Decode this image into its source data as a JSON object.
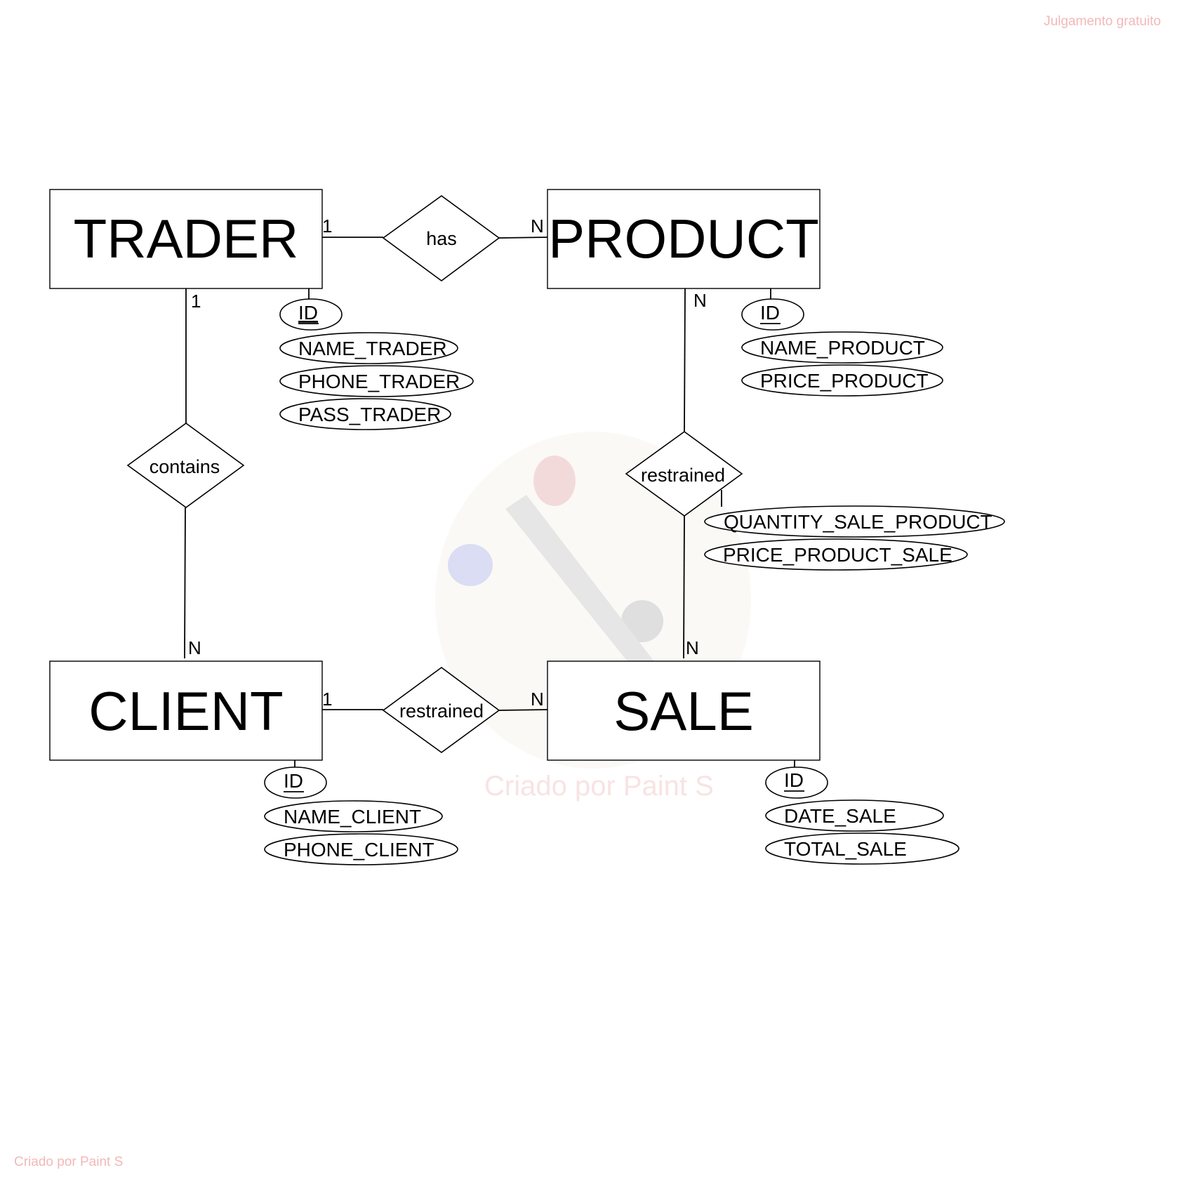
{
  "watermarks": {
    "top_right": "Julgamento gratuito",
    "center": "Criado por Paint S",
    "bottom_left": "Criado por Paint S"
  },
  "entities": {
    "trader": {
      "label": "TRADER",
      "attributes": [
        {
          "label": "ID",
          "key": true
        },
        {
          "label": "NAME_TRADER"
        },
        {
          "label": "PHONE_TRADER"
        },
        {
          "label": "PASS_TRADER"
        }
      ]
    },
    "product": {
      "label": "PRODUCT",
      "attributes": [
        {
          "label": "ID",
          "key": true
        },
        {
          "label": "NAME_PRODUCT"
        },
        {
          "label": "PRICE_PRODUCT"
        }
      ]
    },
    "client": {
      "label": "CLIENT",
      "attributes": [
        {
          "label": "ID",
          "key": true
        },
        {
          "label": "NAME_CLIENT"
        },
        {
          "label": "PHONE_CLIENT"
        }
      ]
    },
    "sale": {
      "label": "SALE",
      "attributes": [
        {
          "label": "ID",
          "key": true
        },
        {
          "label": "DATE_SALE"
        },
        {
          "label": "TOTAL_SALE"
        }
      ]
    }
  },
  "relationships": {
    "has": {
      "label": "has",
      "from_card": "1",
      "to_card": "N"
    },
    "contains": {
      "label": "contains",
      "from_card": "1",
      "to_card": "N"
    },
    "product_sale": {
      "label": "restrained",
      "from_card": "N",
      "to_card": "N",
      "attributes": [
        {
          "label": "QUANTITY_SALE_PRODUCT"
        },
        {
          "label": "PRICE_PRODUCT_SALE"
        }
      ]
    },
    "client_sale": {
      "label": "restrained",
      "from_card": "1",
      "to_card": "N"
    }
  }
}
